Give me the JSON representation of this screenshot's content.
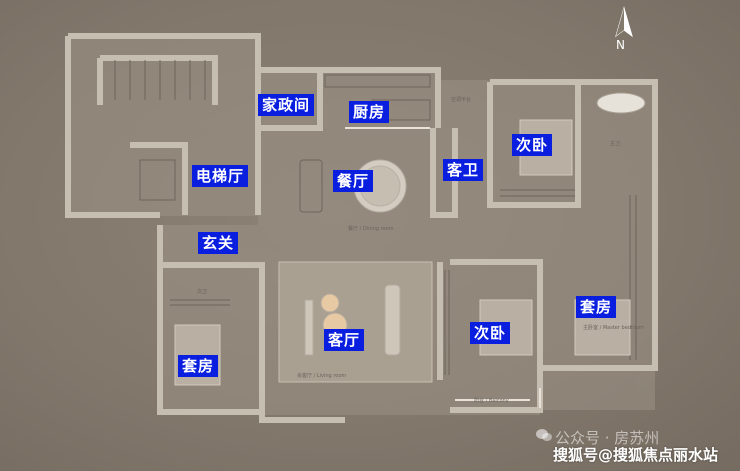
{
  "rooms": {
    "housekeeping": "家政间",
    "kitchen": "厨房",
    "elevator_hall": "电梯厅",
    "dining": "餐厅",
    "guest_bath": "客卫",
    "secondary_bedroom_1": "次卧",
    "foyer": "玄关",
    "living": "客厅",
    "secondary_bedroom_2": "次卧",
    "suite_left": "套房",
    "suite_right": "套房"
  },
  "small_labels": {
    "dining_room": "餐厅 / Dining room",
    "living_room": "会客厅 / Living room",
    "master_bedroom": "主卧室 / Master bedroom",
    "balcony": "阳台 / Balcony",
    "ac_platform": "空调平台",
    "master_bath": "主卫",
    "bath_left": "次卫"
  },
  "compass": {
    "north_label": "N"
  },
  "watermark": {
    "line1": "公众号 · 房苏州",
    "line2": "搜狐号@搜狐焦点丽水站"
  }
}
